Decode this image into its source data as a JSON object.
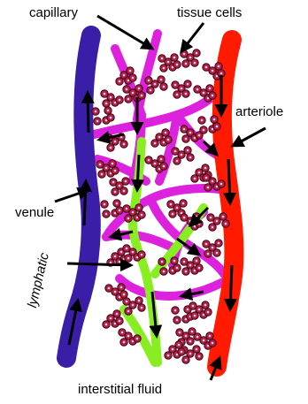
{
  "labels": {
    "capillary": "capillary",
    "tissue_cells": "tissue cells",
    "arteriole": "arteriole",
    "venule": "venule",
    "lymphatic": "lymphatic",
    "interstitial_fluid": "interstitial fluid"
  },
  "colors": {
    "venule": "#3b1ea8",
    "arteriole": "#ff1a00",
    "capillary": "#dd22dd",
    "lymphatic": "#88ee22",
    "tissue_cell": "#b0204a",
    "arrow": "#000000"
  }
}
